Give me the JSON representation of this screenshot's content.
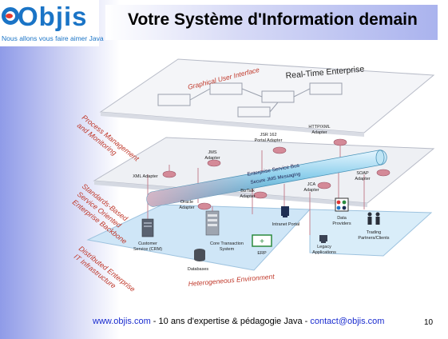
{
  "header": {
    "logo_text": "Objis",
    "tagline": "Nous allons vous faire aimer Java",
    "title": "Votre Système d'Information demain"
  },
  "diagram": {
    "layers": {
      "gui_label": "Graphical User Interface",
      "gui_title": "Real-Time Enterprise",
      "heterogeneous_label": "Heterogeneous Environment"
    },
    "side_labels": {
      "process_line1": "Process Management",
      "process_line2": "and Monitoring",
      "soa_line1": "Standards-Based",
      "soa_line2": "Service Oriented",
      "soa_line3": "Enterprise Backbone",
      "infra_line1": "Distributed Enterprise",
      "infra_line2": "IT Infrastructure"
    },
    "bus": {
      "line1": "Enterprise Service Bus",
      "line2": "Secure JMS Messaging"
    },
    "adapters": {
      "xml": "XML Adapter",
      "jms_line1": "JMS",
      "jms_line2": "Adapter",
      "jsr_line1": "JSR 162",
      "jsr_line2": "Portal Adapter",
      "http_line1": "HTTP/XML",
      "http_line2": "Adapter",
      "soap_line1": "SOAP",
      "soap_line2": "Adapter",
      "oracle_line1": "Oracle",
      "oracle_line2": "Adapter",
      "biztalk_line1": "BizTalk",
      "biztalk_line2": "Adapter",
      "jca_line1": "JCA",
      "jca_line2": "Adapter"
    },
    "systems": {
      "crm_line1": "Customer",
      "crm_line2": "Service (CRM)",
      "databases": "Databases",
      "core_line1": "Core Transaction",
      "core_line2": "System",
      "erp": "ERP",
      "intranet": "Intranet Portal",
      "legacy_line1": "Legacy",
      "legacy_line2": "Applications",
      "data_line1": "Data",
      "data_line2": "Providers",
      "trading_line1": "Trading",
      "trading_line2": "Partners/Clients"
    }
  },
  "footer": {
    "url": "www.objis.com",
    "text": " - 10 ans d'expertise & pédagogie Java  - ",
    "email": "contact@objis.com",
    "page_number": "10"
  },
  "colors": {
    "accent_blue": "#1a74c6",
    "logo_red": "#e63b2e",
    "label_red": "#c0392b",
    "bus_blue": "#7ec3e0",
    "adapter_pink": "#d48a98"
  }
}
